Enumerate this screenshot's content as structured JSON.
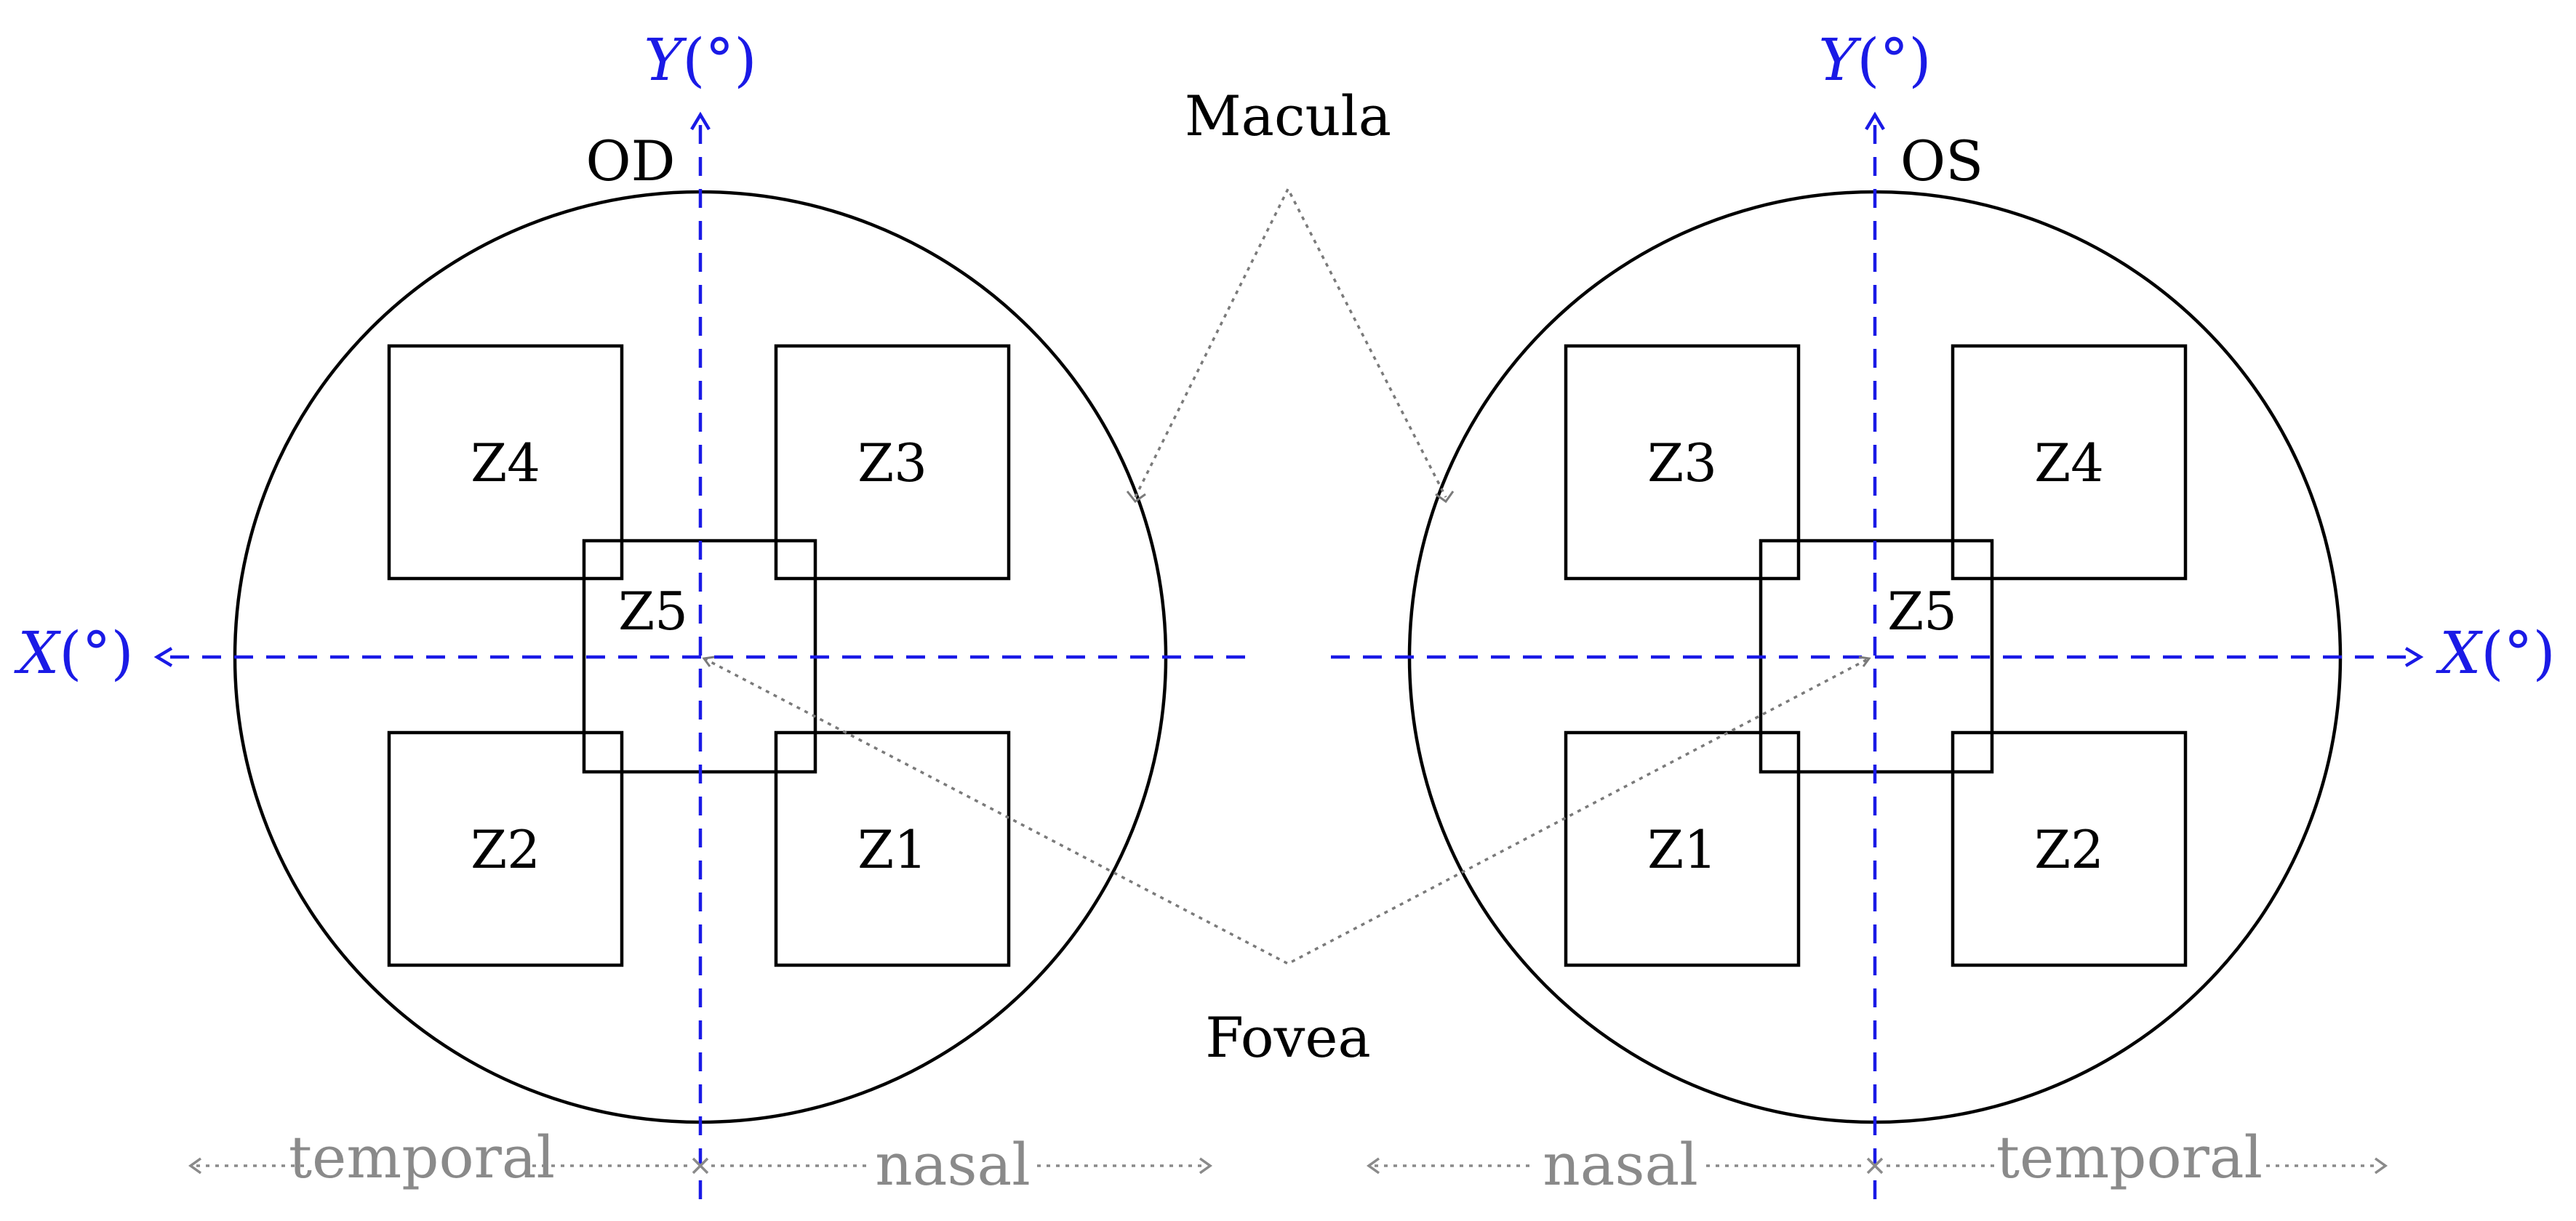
{
  "axes": {
    "y_label_var": "Y",
    "y_label_unit": "(°)",
    "x_label_var": "X",
    "x_label_unit": "(°)"
  },
  "callouts": {
    "macula": "Macula",
    "fovea": "Fovea"
  },
  "eyes": {
    "right": {
      "label": "OD",
      "zones": {
        "top_left": "Z4",
        "top_right": "Z3",
        "center": "Z5",
        "bottom_left": "Z2",
        "bottom_right": "Z1"
      },
      "left_side": "temporal",
      "right_side": "nasal"
    },
    "left": {
      "label": "OS",
      "zones": {
        "top_left": "Z3",
        "top_right": "Z4",
        "center": "Z5",
        "bottom_left": "Z1",
        "bottom_right": "Z2"
      },
      "left_side": "nasal",
      "right_side": "temporal"
    }
  },
  "colors": {
    "axis": "#1a1ae6",
    "outline": "#000000",
    "pointer": "#7a7a7a",
    "side_labels": "#8a8a8a"
  }
}
